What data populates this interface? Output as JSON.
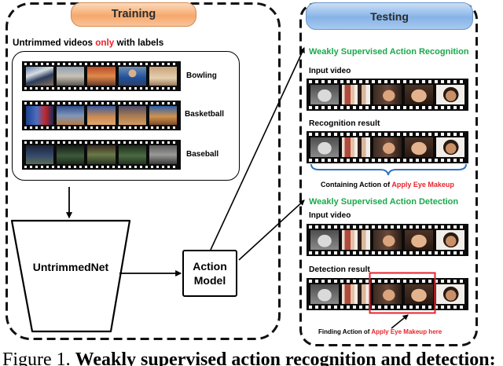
{
  "training": {
    "header": "Training",
    "videos_caption": {
      "prefix": "Untrimmed videos ",
      "highlight": "only",
      "suffix": " with labels"
    },
    "videos": [
      {
        "label": "Bowling"
      },
      {
        "label": "Basketball"
      },
      {
        "label": "Baseball"
      }
    ],
    "network_label": "UntrimmedNet",
    "model_label": [
      "Action",
      "Model"
    ]
  },
  "testing": {
    "header": "Testing",
    "recognition": {
      "title": "Weakly Supervised Action Recognition",
      "input_label": "Input video",
      "result_label": "Recognition result",
      "note": {
        "prefix": "Containing Action of ",
        "highlight": "Apply Eye Makeup"
      }
    },
    "detection": {
      "title": "Weakly Supervised Action Detection",
      "input_label": "Input video",
      "result_label": "Detection result",
      "note": {
        "prefix": "Finding Action of ",
        "highlight": "Apply Eye Makeup here"
      }
    }
  },
  "caption": {
    "label": "Figure 1.",
    "text": "Weakly supervised action recognition and detection:"
  },
  "colors": {
    "highlight_red": "#e8232a",
    "title_green": "#1aa94b",
    "brace_blue": "#2f73c0",
    "training_header": "#f6a86c",
    "testing_header": "#86b3e7"
  }
}
